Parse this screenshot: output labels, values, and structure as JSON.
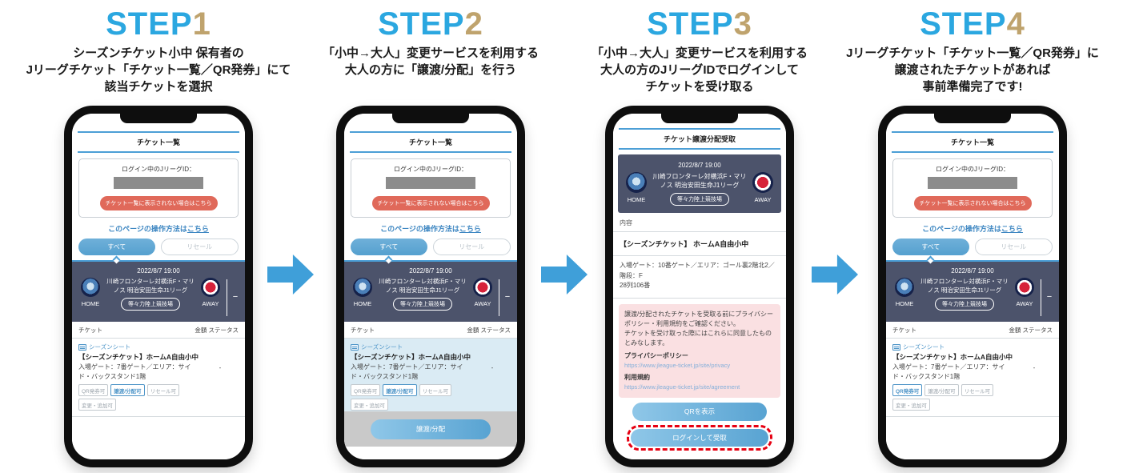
{
  "colors": {
    "step_blue": "#2BA7E0",
    "step_gold": "#BFA36D",
    "arrow_blue": "#3F9FD9",
    "line_blue": "#4C9FD6",
    "alert_red": "#E0695A",
    "highlight_dash_red": "#E60012",
    "card_navy": "#4C536B",
    "selected_row_bg": "#DAEBF4",
    "link_blue": "#3E87C2"
  },
  "steps": [
    {
      "prefix": "STEP",
      "num": "1",
      "lines": [
        "シーズンチケット小中 保有者の",
        "Jリーグチケット「チケット一覧／QR発券」にて",
        "該当チケットを選択"
      ]
    },
    {
      "prefix": "STEP",
      "num": "2",
      "lines": [
        "「小中→大人」変更サービスを利用する",
        "大人の方に「譲渡/分配」を行う"
      ]
    },
    {
      "prefix": "STEP",
      "num": "3",
      "lines": [
        "「小中→大人」変更サービスを利用する",
        "大人の方のJリーグIDでログインして",
        "チケットを受け取る"
      ]
    },
    {
      "prefix": "STEP",
      "num": "4",
      "lines": [
        "Jリーグチケット「チケット一覧／QR発券」に",
        "譲渡されたチケットがあれば",
        "事前準備完了です!"
      ]
    }
  ],
  "ticket_list": {
    "title": "チケット一覧",
    "login_id_label": "ログイン中のJリーグID：",
    "not_shown_button": "チケット一覧に表示されない場合はこちら",
    "help_prefix": "このページの操作方法は",
    "help_link": "こちら",
    "tabs": {
      "all": "すべて",
      "resale": "リセール"
    },
    "columns": {
      "ticket": "チケット",
      "amount_status": "金額 ステータス"
    },
    "seat_type": "シーズンシート",
    "ticket_name": "【シーズンチケット】ホームA自由小中",
    "gate_info": "入場ゲート：7番ゲート／エリア：サイド・バックスタンド1階",
    "amount_dash": "-",
    "badges": [
      "QR発券可",
      "譲渡/分配可",
      "リセール可",
      "変更・追加可"
    ]
  },
  "match": {
    "datetime": "2022/8/7 19:00",
    "title": "川崎フロンターレ対横浜F・マリノス 明治安田生命J1リーグ",
    "home_label": "HOME",
    "away_label": "AWAY",
    "venue": "等々力陸上競技場",
    "minus": "−"
  },
  "transfer": {
    "button": "譲渡/分配"
  },
  "receive": {
    "title": "チケット譲渡分配受取",
    "content_label": "内容",
    "ticket_name": "【シーズンチケット】 ホームA自由小中",
    "gate_info": "入場ゲート：10番ゲート／エリア：ゴール裏2階北2／階段：F",
    "seat_info": "28列106番",
    "notice_line1": "譲渡/分配されたチケットを受取る前にプライバシーポリシー・利用規約をご確認ください。",
    "notice_line2": "チケットを受け取った際にはこれらに同意したものとみなします。",
    "privacy_label": "プライバシーポリシー",
    "privacy_url": "https://www.jleague-ticket.jp/site/privacy",
    "terms_label": "利用規約",
    "terms_url": "https://www.jleague-ticket.jp/site/agreement",
    "qr_button": "QRを表示",
    "login_receive_button": "ログインして受取"
  }
}
